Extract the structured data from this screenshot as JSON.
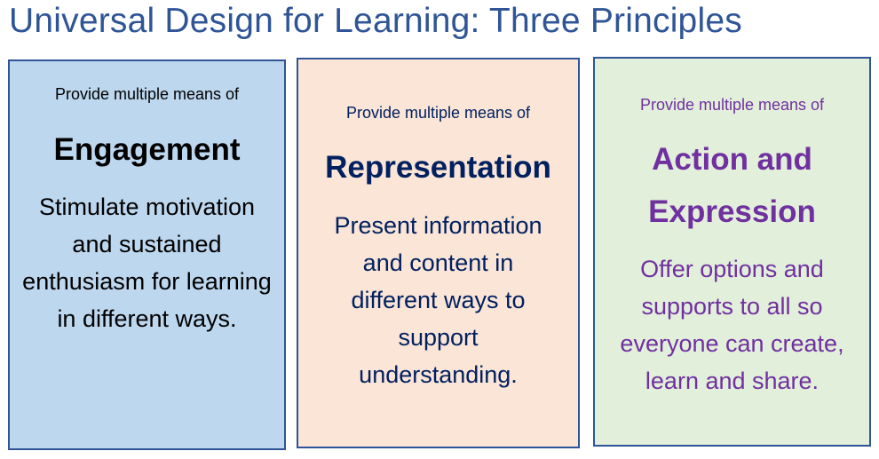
{
  "title": "Universal Design for Learning: Three Principles",
  "principles": [
    {
      "lead": "Provide multiple means of",
      "heading": "Engagement",
      "description": "Stimulate motivation and sustained enthusiasm for learning in different ways.",
      "color": "#000000",
      "background": "#bdd7ee"
    },
    {
      "lead": "Provide multiple means of",
      "heading": "Representation",
      "description": "Present information and content in different ways to support understanding.",
      "color": "#002060",
      "background": "#fbe5d6"
    },
    {
      "lead": "Provide multiple means of",
      "heading": "Action and Expression",
      "description": "Offer options and supports to all so everyone can create, learn and share.",
      "color": "#7030a0",
      "background": "#e2efda"
    }
  ]
}
